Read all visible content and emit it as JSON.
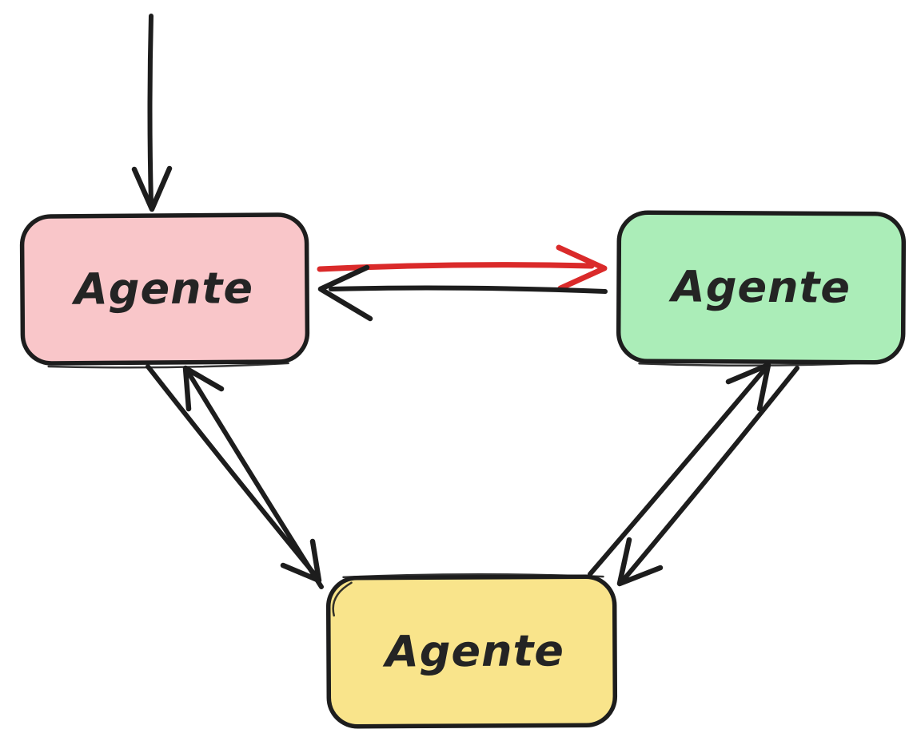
{
  "diagram": {
    "background": "#ffffff",
    "colors": {
      "ink": "#1d1d1d",
      "red": "#da2a2a",
      "label_ink": "#242424"
    },
    "nodes": [
      {
        "id": "agent-left",
        "label": "Agente",
        "fill": "#f9c6c9"
      },
      {
        "id": "agent-right",
        "label": "Agente",
        "fill": "#abedb8"
      },
      {
        "id": "agent-bottom",
        "label": "Agente",
        "fill": "#f9e48b"
      }
    ],
    "edges": [
      {
        "from": "external-top",
        "to": "agent-left",
        "color": "#1d1d1d",
        "head": "open-chevron",
        "description": "entry arrow from above into left agent"
      },
      {
        "from": "agent-left",
        "to": "agent-right",
        "color": "#da2a2a",
        "head": "open-chevron",
        "description": "red arrow left agent to right agent"
      },
      {
        "from": "agent-right",
        "to": "agent-left",
        "color": "#1d1d1d",
        "head": "open-chevron",
        "description": "black arrow right agent back to left agent"
      },
      {
        "from": "agent-left",
        "to": "agent-bottom",
        "color": "#1d1d1d",
        "head": "open-chevron",
        "description": "diagonal arrow left agent down to bottom agent"
      },
      {
        "from": "agent-bottom",
        "to": "agent-left",
        "color": "#1d1d1d",
        "head": "open-chevron",
        "description": "diagonal arrow bottom agent up to left agent"
      },
      {
        "from": "agent-bottom",
        "to": "agent-right",
        "color": "#1d1d1d",
        "head": "open-chevron",
        "description": "diagonal arrow bottom agent up to right agent"
      },
      {
        "from": "agent-right",
        "to": "agent-bottom",
        "color": "#1d1d1d",
        "head": "open-chevron",
        "description": "diagonal arrow right agent down to bottom agent"
      }
    ]
  }
}
